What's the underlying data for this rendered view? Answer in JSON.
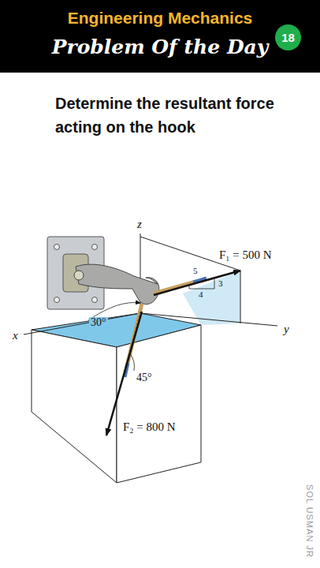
{
  "diagram": {
    "title": "Determine the resultant force acting on the hook",
    "nodes": [
      {
        "text": [
          "Engineering Mechanics",
          "Problem Of the Day"
        ]
      },
      {
        "text": [
          "18"
        ],
        "in": 0
      }
    ],
    "labels": [
      "z",
      "x",
      "y",
      "F₁ = 500 N",
      "5",
      "3",
      "4",
      "30°",
      "45°",
      "F₂ = 800 N",
      "SOL USMAN JR"
    ]
  }
}
